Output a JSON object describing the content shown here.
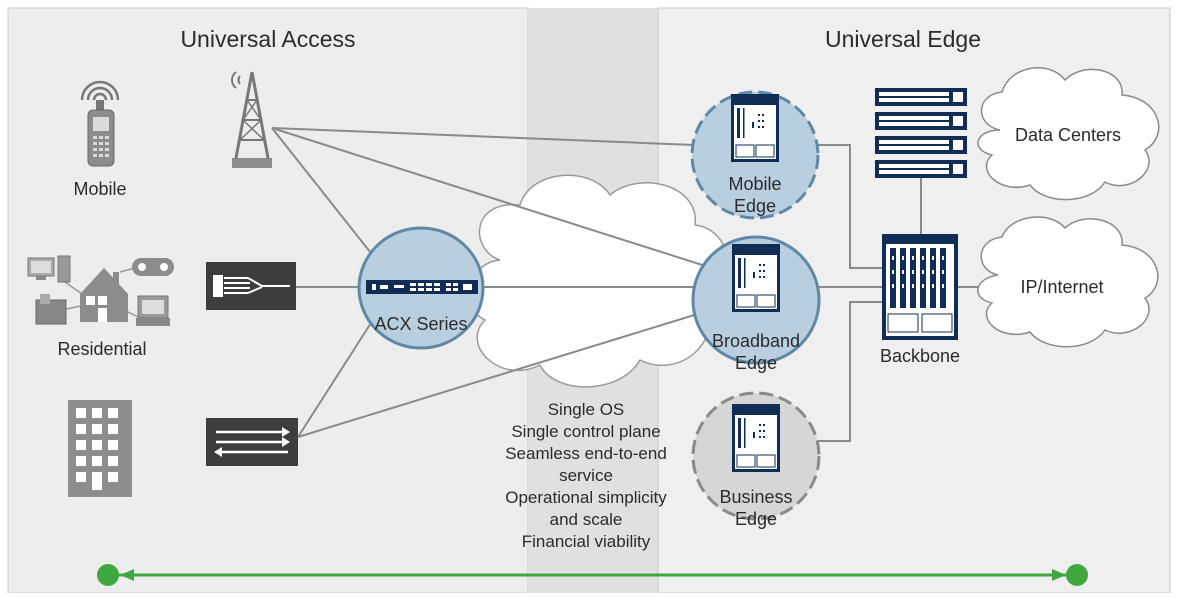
{
  "headers": {
    "universal_access": "Universal Access",
    "universal_edge": "Universal Edge"
  },
  "access": {
    "mobile": "Mobile",
    "residential": "Residential"
  },
  "aggregation": {
    "acx": "ACX Series"
  },
  "edge": {
    "mobile": [
      "Mobile",
      "Edge"
    ],
    "broadband": [
      "Broadband",
      "Edge"
    ],
    "business": [
      "Business",
      "Edge"
    ]
  },
  "core": {
    "backbone": "Backbone",
    "data_centers": "Data Centers",
    "ip_internet": "IP/Internet"
  },
  "features": [
    "Single OS",
    "Single control plane",
    "Seamless end-to-end",
    "service",
    "Operational simplicity",
    "and scale",
    "Financial viability"
  ],
  "colors": {
    "access_panel": "#ededed",
    "edge_panel": "#efefef",
    "middle_band": "#e2e2e2",
    "circle_fill": "#b9cfdf",
    "circle_stroke": "#5e88a6",
    "device_navy": "#0f2d55",
    "arrow_green": "#3ea83e",
    "line_gray": "#8a8a8a"
  }
}
